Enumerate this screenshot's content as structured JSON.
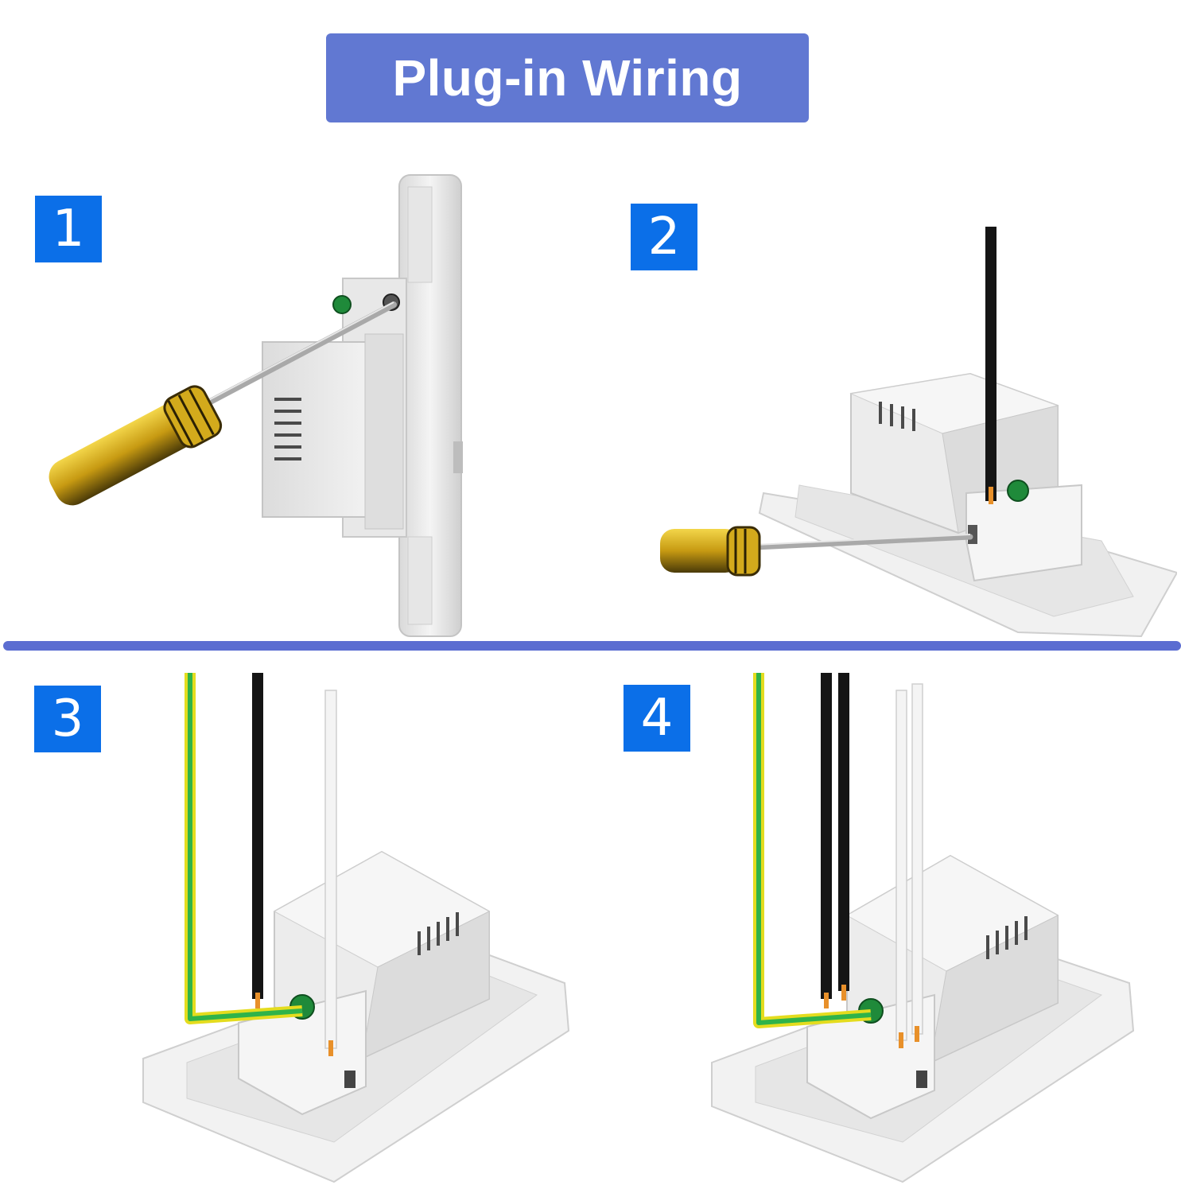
{
  "title": "Plug-in Wiring",
  "colors": {
    "banner": "#6178d2",
    "badge": "#0b6fe8",
    "divider": "#5b6dd1",
    "wire_black": "#151515",
    "wire_earth_green": "#2fb34a",
    "wire_earth_yellow": "#e4dc1e",
    "wire_white": "#f4f4f4",
    "copper_tip": "#e8902a",
    "screwdriver_handle": "#e2b820",
    "screw_terminal": "#1f8a3a"
  },
  "steps": [
    {
      "number": "1",
      "illustration": "screwdriver-loosening-terminal-side-view"
    },
    {
      "number": "2",
      "illustration": "screwdriver-and-black-live-wire"
    },
    {
      "number": "3",
      "illustration": "earth-live-neutral-wires-connected"
    },
    {
      "number": "4",
      "illustration": "double-live-and-neutral-wires-connected"
    }
  ]
}
